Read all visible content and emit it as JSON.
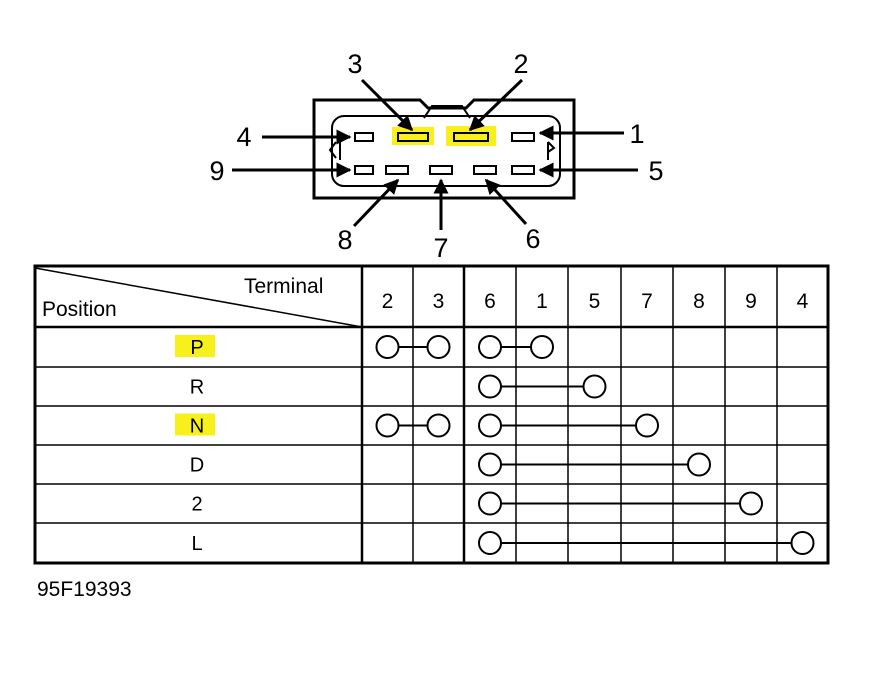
{
  "connector": {
    "pin_labels": [
      "1",
      "2",
      "3",
      "4",
      "5",
      "6",
      "7",
      "8",
      "9"
    ]
  },
  "table": {
    "header_terminal": "Terminal",
    "header_position": "Position",
    "terminals": [
      "2",
      "3",
      "6",
      "1",
      "5",
      "7",
      "8",
      "9",
      "4"
    ],
    "rows": [
      {
        "position": "P",
        "highlighted": true,
        "links": [
          [
            "2",
            "3"
          ],
          [
            "6",
            "1"
          ]
        ]
      },
      {
        "position": "R",
        "highlighted": false,
        "links": [
          [
            "6",
            "5"
          ]
        ]
      },
      {
        "position": "N",
        "highlighted": true,
        "links": [
          [
            "2",
            "3"
          ],
          [
            "6",
            "7"
          ]
        ]
      },
      {
        "position": "D",
        "highlighted": false,
        "links": [
          [
            "6",
            "8"
          ]
        ]
      },
      {
        "position": "2",
        "highlighted": false,
        "links": [
          [
            "6",
            "9"
          ]
        ]
      },
      {
        "position": "L",
        "highlighted": false,
        "links": [
          [
            "6",
            "4"
          ]
        ]
      }
    ]
  },
  "reference_code": "95F19393",
  "colors": {
    "highlight": "#f7f01a",
    "ink": "#000000",
    "background": "#ffffff"
  }
}
